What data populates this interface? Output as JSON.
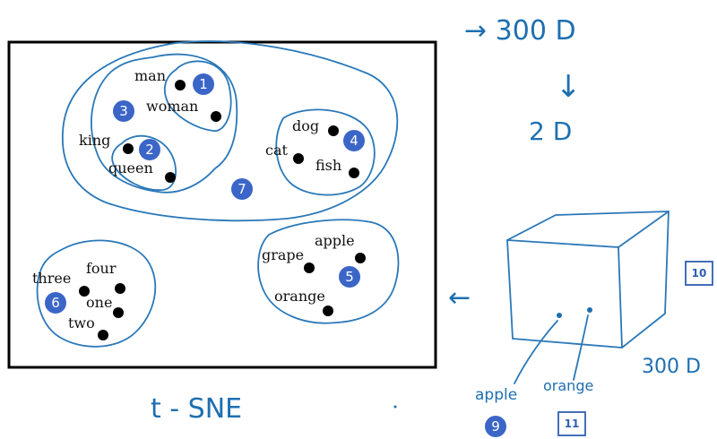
{
  "words": {
    "man": "man",
    "woman": "woman",
    "king": "king",
    "queen": "queen",
    "dog": "dog",
    "cat": "cat",
    "fish": "fish",
    "three": "three",
    "four": "four",
    "one": "one",
    "two": "two",
    "grape": "grape",
    "apple": "apple",
    "orange": "orange"
  },
  "annotations": {
    "dimension_top": "→ 300 D",
    "down_arrow": "↓",
    "dimension_bottom": "2 D",
    "method": "t - SNE",
    "cube_dimension": "300 D",
    "cube_point_apple": "apple",
    "cube_point_orange": "orange",
    "left_arrow": "←"
  },
  "badges": [
    "1",
    "2",
    "3",
    "4",
    "5",
    "6",
    "7",
    "9"
  ],
  "box_badges": [
    "10",
    "11"
  ],
  "colors": {
    "ink": "#2a78b8",
    "badge": "#3b66c7",
    "box_badge_border": "#2f5fb0"
  }
}
